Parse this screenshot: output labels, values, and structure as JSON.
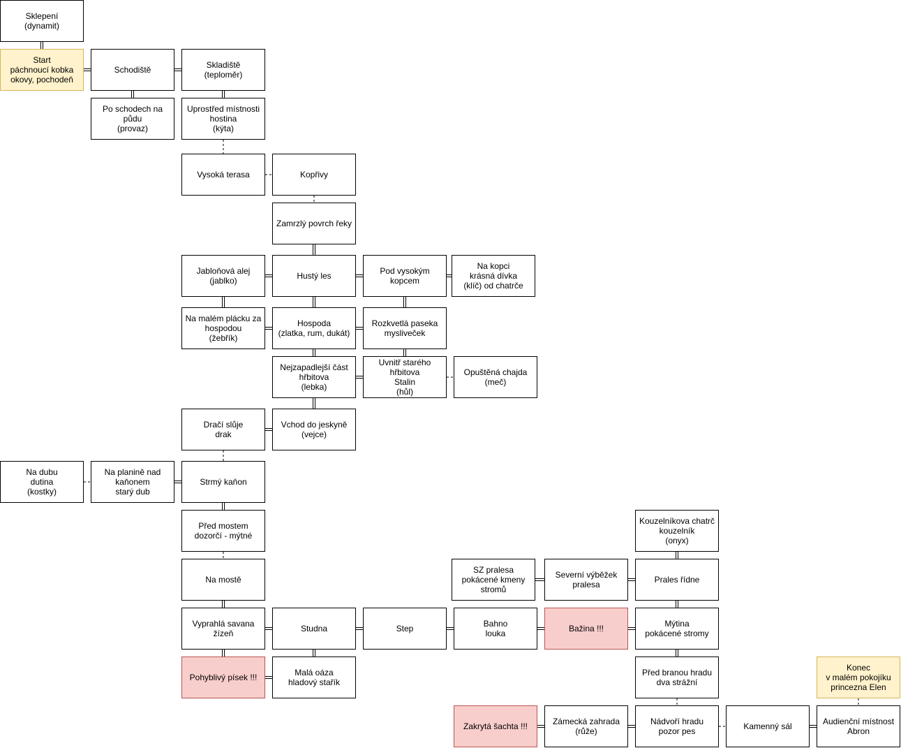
{
  "colors": {
    "start_fill": "#fff2cc",
    "start_border": "#d6b656",
    "danger_fill": "#f8cecc",
    "danger_border": "#b85450",
    "default_fill": "#ffffff",
    "stroke": "#000000"
  },
  "nodes": [
    {
      "id": "sklepeni",
      "text": "Sklepení\n(dynamit)",
      "style": "default"
    },
    {
      "id": "start",
      "text": "Start\npáchnoucí kobka\nokovy, pochodeň",
      "style": "start"
    },
    {
      "id": "schodiste",
      "text": "Schodiště",
      "style": "default"
    },
    {
      "id": "skladiste",
      "text": "Skladiště\n(teploměr)",
      "style": "default"
    },
    {
      "id": "po-schodech",
      "text": "Po schodech na půdu\n(provaz)",
      "style": "default"
    },
    {
      "id": "uprostred",
      "text": "Uprostřed místnosti\nhostina\n(kýta)",
      "style": "default"
    },
    {
      "id": "vysoka-terasa",
      "text": "Vysoká terasa",
      "style": "default"
    },
    {
      "id": "koprivy",
      "text": "Kopřivy",
      "style": "default"
    },
    {
      "id": "zamrzly",
      "text": "Zamrzlý povrch řeky",
      "style": "default"
    },
    {
      "id": "jablonova",
      "text": "Jabloňová alej\n(jablko)",
      "style": "default"
    },
    {
      "id": "husty-les",
      "text": "Hustý les",
      "style": "default"
    },
    {
      "id": "pod-kopcem",
      "text": "Pod vysokým kopcem",
      "style": "default"
    },
    {
      "id": "na-kopci",
      "text": "Na kopci\nkrásná dívka\n(klíč) od chatrče",
      "style": "default"
    },
    {
      "id": "na-malem",
      "text": "Na malém plácku za\nhospodou\n(žebřík)",
      "style": "default"
    },
    {
      "id": "hospoda",
      "text": "Hospoda\n(zlatka, rum, dukát)",
      "style": "default"
    },
    {
      "id": "rozkvetla",
      "text": "Rozkvetlá paseka\nmysliveček",
      "style": "default"
    },
    {
      "id": "nejzapadlejsi",
      "text": "Nejzapadlejší část\nhřbitova\n(lebka)",
      "style": "default"
    },
    {
      "id": "uvnitr",
      "text": "Uvnitř starého\nhřbitova\nStalin\n(hůl)",
      "style": "default"
    },
    {
      "id": "opustena",
      "text": "Opuštěná chajda\n(meč)",
      "style": "default"
    },
    {
      "id": "draci",
      "text": "Dračí slůje\ndrak",
      "style": "default"
    },
    {
      "id": "vchod",
      "text": "Vchod do jeskyně\n(vejce)",
      "style": "default"
    },
    {
      "id": "na-dubu",
      "text": "Na dubu\ndutina\n(kostky)",
      "style": "default"
    },
    {
      "id": "na-planine",
      "text": "Na planině nad\nkaňonem\nstarý dub",
      "style": "default"
    },
    {
      "id": "strmy",
      "text": "Strmý kaňon",
      "style": "default"
    },
    {
      "id": "pred-mostem",
      "text": "Před mostem\ndozorčí - mýtné",
      "style": "default"
    },
    {
      "id": "na-moste",
      "text": "Na mostě",
      "style": "default"
    },
    {
      "id": "vyprahla",
      "text": "Vyprahlá savana\nžízeň",
      "style": "default"
    },
    {
      "id": "studna",
      "text": "Studna",
      "style": "default"
    },
    {
      "id": "step",
      "text": "Step",
      "style": "default"
    },
    {
      "id": "bahno",
      "text": "Bahno\nlouka",
      "style": "default"
    },
    {
      "id": "bazina",
      "text": "Bažina !!!",
      "style": "danger"
    },
    {
      "id": "mytina",
      "text": "Mýtina\npokácené stromy",
      "style": "default"
    },
    {
      "id": "pohyblivy",
      "text": "Pohyblivý písek !!!",
      "style": "danger"
    },
    {
      "id": "mala-oaza",
      "text": "Malá oáza\nhladový stařík",
      "style": "default"
    },
    {
      "id": "sz-pralesa",
      "text": "SZ pralesa\npokácené kmeny\nstromů",
      "style": "default"
    },
    {
      "id": "severni",
      "text": "Severní výběžek\npralesa",
      "style": "default"
    },
    {
      "id": "prales",
      "text": "Prales řídne",
      "style": "default"
    },
    {
      "id": "kouzelnik",
      "text": "Kouzelníkova chatrč\nkouzelník\n(onyx)",
      "style": "default"
    },
    {
      "id": "pred-branou",
      "text": "Před branou hradu\ndva strážní",
      "style": "default"
    },
    {
      "id": "konec",
      "text": "Konec\nv malém pokojíku\nprincezna Elen",
      "style": "end"
    },
    {
      "id": "zakryta",
      "text": "Zakrytá šachta !!!",
      "style": "danger"
    },
    {
      "id": "zamecka",
      "text": "Zámecká zahrada\n(růže)",
      "style": "default"
    },
    {
      "id": "nadvori",
      "text": "Nádvoří hradu\npozor pes",
      "style": "default"
    },
    {
      "id": "kamenny",
      "text": "Kamenný sál",
      "style": "default"
    },
    {
      "id": "audiencni",
      "text": "Audienční místnost\nAbron",
      "style": "default"
    }
  ],
  "edges": [
    {
      "from": "sklepeni",
      "to": "start",
      "kind": "double"
    },
    {
      "from": "start",
      "to": "schodiste",
      "kind": "double"
    },
    {
      "from": "schodiste",
      "to": "skladiste",
      "kind": "double"
    },
    {
      "from": "schodiste",
      "to": "po-schodech",
      "kind": "double"
    },
    {
      "from": "skladiste",
      "to": "uprostred",
      "kind": "double"
    },
    {
      "from": "uprostred",
      "to": "vysoka-terasa",
      "kind": "dashed"
    },
    {
      "from": "vysoka-terasa",
      "to": "koprivy",
      "kind": "dashed"
    },
    {
      "from": "koprivy",
      "to": "zamrzly",
      "kind": "dashed"
    },
    {
      "from": "zamrzly",
      "to": "husty-les",
      "kind": "double"
    },
    {
      "from": "jablonova",
      "to": "husty-les",
      "kind": "double"
    },
    {
      "from": "husty-les",
      "to": "pod-kopcem",
      "kind": "double"
    },
    {
      "from": "pod-kopcem",
      "to": "na-kopci",
      "kind": "double"
    },
    {
      "from": "jablonova",
      "to": "na-malem",
      "kind": "double"
    },
    {
      "from": "husty-les",
      "to": "hospoda",
      "kind": "double"
    },
    {
      "from": "pod-kopcem",
      "to": "rozkvetla",
      "kind": "double"
    },
    {
      "from": "na-malem",
      "to": "hospoda",
      "kind": "double"
    },
    {
      "from": "hospoda",
      "to": "rozkvetla",
      "kind": "double"
    },
    {
      "from": "hospoda",
      "to": "nejzapadlejsi",
      "kind": "double"
    },
    {
      "from": "rozkvetla",
      "to": "uvnitr",
      "kind": "double"
    },
    {
      "from": "nejzapadlejsi",
      "to": "uvnitr",
      "kind": "double"
    },
    {
      "from": "uvnitr",
      "to": "opustena",
      "kind": "dashed"
    },
    {
      "from": "nejzapadlejsi",
      "to": "vchod",
      "kind": "double"
    },
    {
      "from": "draci",
      "to": "vchod",
      "kind": "double"
    },
    {
      "from": "draci",
      "to": "strmy",
      "kind": "dashed"
    },
    {
      "from": "na-dubu",
      "to": "na-planine",
      "kind": "dashed"
    },
    {
      "from": "na-planine",
      "to": "strmy",
      "kind": "double"
    },
    {
      "from": "strmy",
      "to": "pred-mostem",
      "kind": "double"
    },
    {
      "from": "pred-mostem",
      "to": "na-moste",
      "kind": "dashed"
    },
    {
      "from": "na-moste",
      "to": "vyprahla",
      "kind": "double"
    },
    {
      "from": "vyprahla",
      "to": "studna",
      "kind": "double"
    },
    {
      "from": "studna",
      "to": "step",
      "kind": "double"
    },
    {
      "from": "step",
      "to": "bahno",
      "kind": "double"
    },
    {
      "from": "bahno",
      "to": "bazina",
      "kind": "double"
    },
    {
      "from": "bazina",
      "to": "mytina",
      "kind": "double"
    },
    {
      "from": "vyprahla",
      "to": "pohyblivy",
      "kind": "double"
    },
    {
      "from": "studna",
      "to": "mala-oaza",
      "kind": "double"
    },
    {
      "from": "pohyblivy",
      "to": "mala-oaza",
      "kind": "double"
    },
    {
      "from": "sz-pralesa",
      "to": "severni",
      "kind": "double"
    },
    {
      "from": "severni",
      "to": "prales",
      "kind": "double"
    },
    {
      "from": "kouzelnik",
      "to": "prales",
      "kind": "double"
    },
    {
      "from": "prales",
      "to": "mytina",
      "kind": "double"
    },
    {
      "from": "mytina",
      "to": "pred-branou",
      "kind": "double"
    },
    {
      "from": "pred-branou",
      "to": "nadvori",
      "kind": "dashed"
    },
    {
      "from": "zakryta",
      "to": "zamecka",
      "kind": "double"
    },
    {
      "from": "zamecka",
      "to": "nadvori",
      "kind": "double"
    },
    {
      "from": "nadvori",
      "to": "kamenny",
      "kind": "dashed"
    },
    {
      "from": "kamenny",
      "to": "audiencni",
      "kind": "double"
    },
    {
      "from": "konec",
      "to": "audiencni",
      "kind": "dashed"
    }
  ]
}
